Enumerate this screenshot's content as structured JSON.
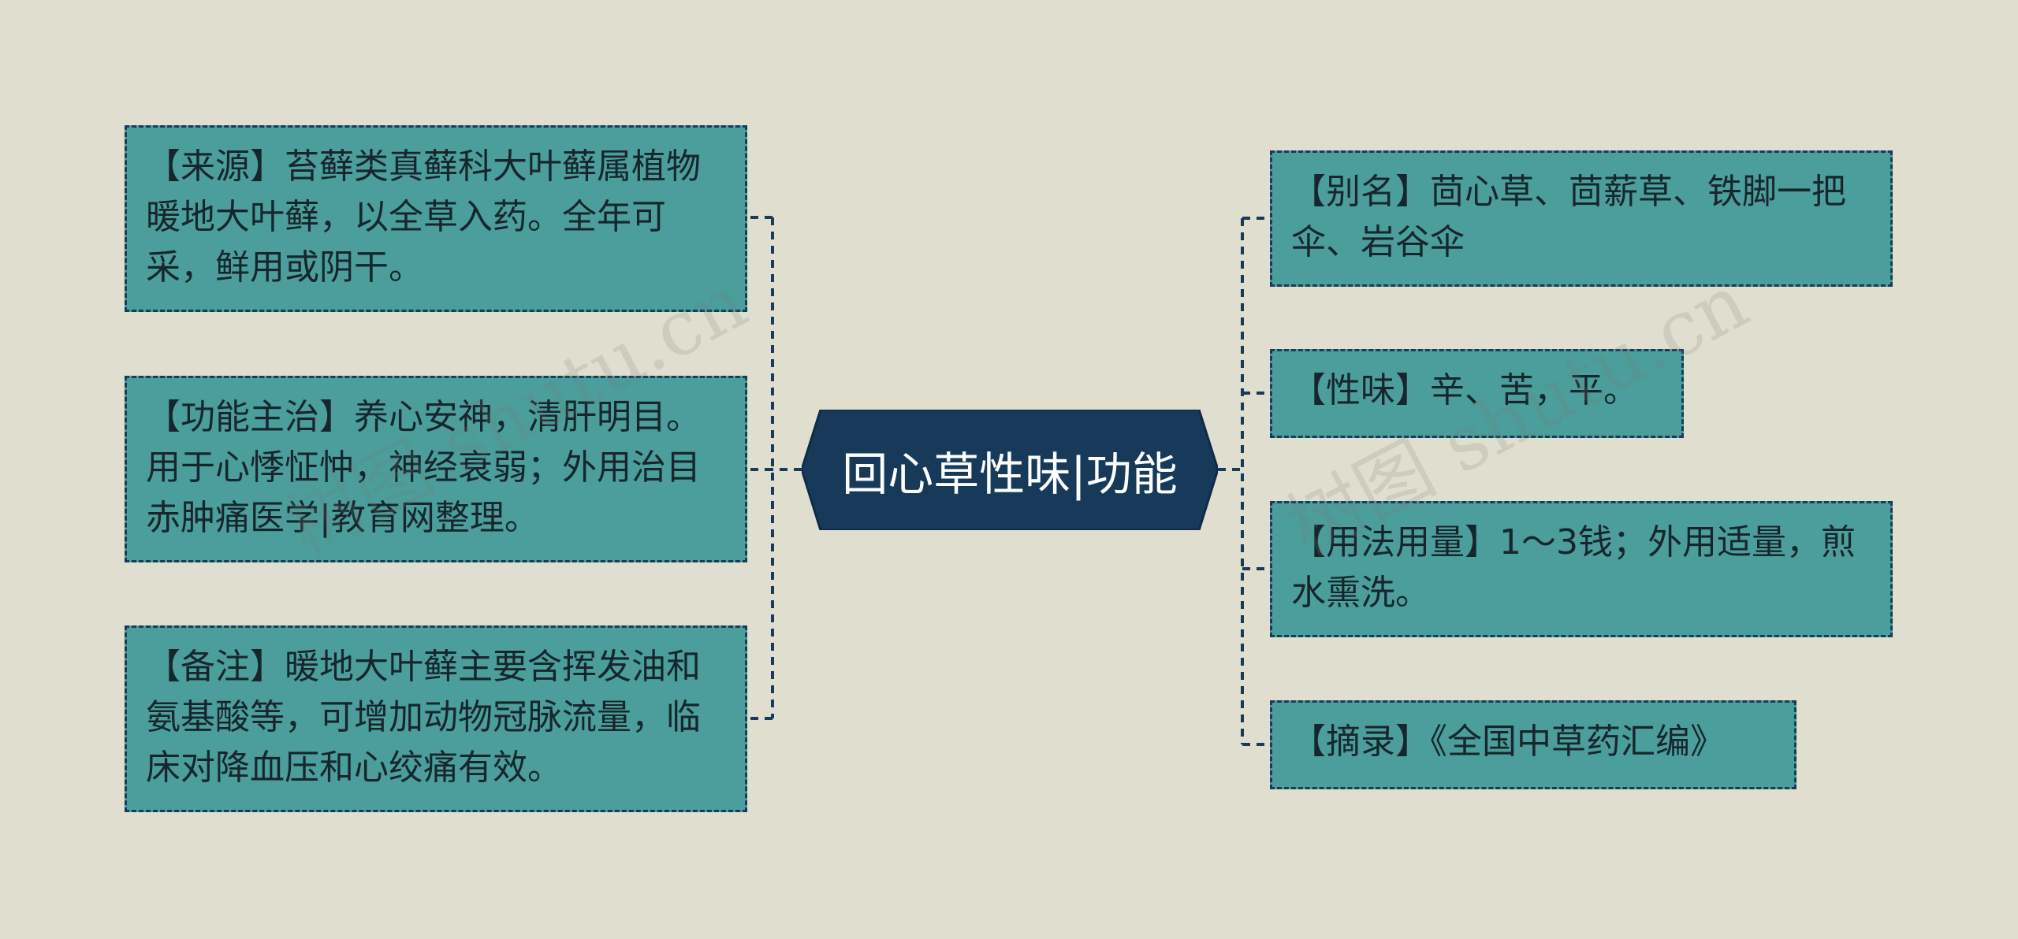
{
  "center": {
    "label": "回心草性味|功能"
  },
  "left": [
    {
      "id": "source",
      "text": "【来源】苔藓类真藓科大叶藓属植物暖地大叶藓，以全草入药。全年可采，鲜用或阴干。"
    },
    {
      "id": "function",
      "text": "【功能主治】养心安神，清肝明目。用于心悸怔忡，神经衰弱；外用治目赤肿痛医学|教育网整理。"
    },
    {
      "id": "note",
      "text": "【备注】暖地大叶藓主要含挥发油和氨基酸等，可增加动物冠脉流量，临床对降血压和心绞痛有效。"
    }
  ],
  "right": [
    {
      "id": "alias",
      "text": "【别名】茴心草、茴薪草、铁脚一把伞、岩谷伞"
    },
    {
      "id": "taste",
      "text": "【性味】辛、苦，平。"
    },
    {
      "id": "dosage",
      "text": "【用法用量】1～3钱；外用适量，煎水熏洗。"
    },
    {
      "id": "excerpt",
      "text": "【摘录】《全国中草药汇编》"
    }
  ],
  "watermark": {
    "text": "树图 shutu.cn"
  },
  "colors": {
    "background": "#dfdecf",
    "node_fill": "#4b9e9c",
    "node_border": "#1a3a5a",
    "center_fill": "#173a5b",
    "connector": "#1a3a5a"
  }
}
